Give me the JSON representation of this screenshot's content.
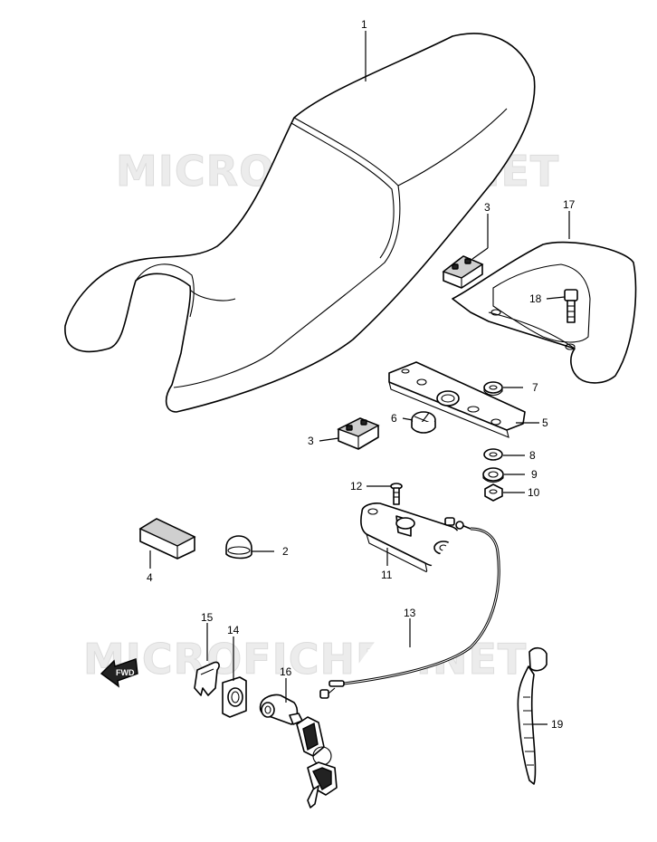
{
  "watermarks": [
    "MICROFICHES.NET",
    "MICROFICHES.NET"
  ],
  "fwd_label": "FWD",
  "callouts": {
    "c1": "1",
    "c2": "2",
    "c3a": "3",
    "c3b": "3",
    "c4": "4",
    "c5": "5",
    "c6": "6",
    "c7": "7",
    "c8": "8",
    "c9": "9",
    "c10": "10",
    "c11": "11",
    "c12": "12",
    "c13": "13",
    "c14": "14",
    "c15": "15",
    "c16": "16",
    "c17": "17",
    "c18": "18",
    "c19": "19"
  },
  "icons": {
    "forward": "fwd-arrow-icon"
  }
}
